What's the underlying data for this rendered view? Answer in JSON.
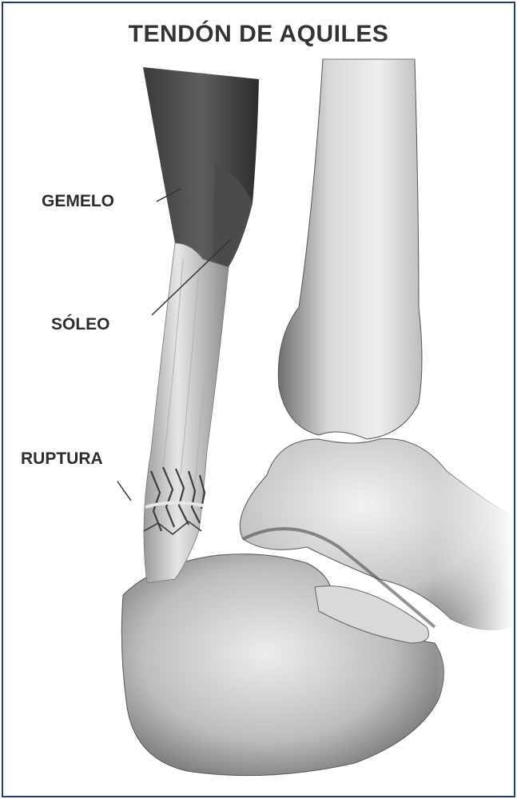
{
  "title": "TENDÓN DE AQUILES",
  "labels": {
    "gemelo": "GEMELO",
    "soleo": "SÓLEO",
    "ruptura": "RUPTURA"
  },
  "colors": {
    "frame": "#1f3f7a",
    "text": "#2d2d2d"
  }
}
